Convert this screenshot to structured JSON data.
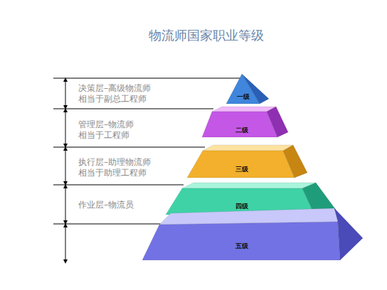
{
  "diagram": {
    "title": "物流师国家职业等级",
    "nodes": [
      {
        "text": [
          "一级"
        ]
      },
      {
        "text": [
          "二级"
        ]
      },
      {
        "text": [
          "三级"
        ]
      },
      {
        "text": [
          "四级"
        ]
      },
      {
        "text": [
          "五级"
        ]
      }
    ],
    "labels": [
      "决策层–高级物流师 相当于副总工程师",
      "管理层–物流师 相当于工程师",
      "执行层–助理物流师 相当于助理工程师",
      "作业层–物流员"
    ]
  }
}
